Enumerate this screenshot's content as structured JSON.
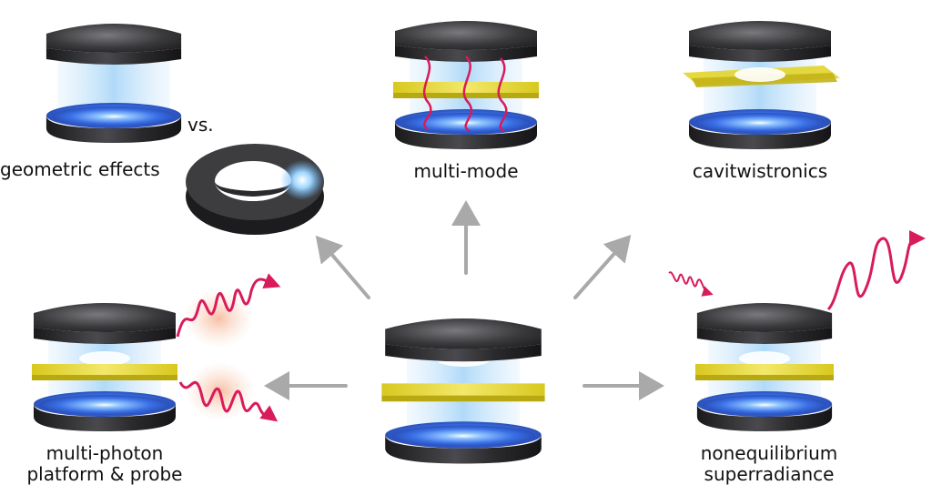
{
  "labels": {
    "geometric": "geometric effects",
    "vs": "vs.",
    "multimode": "multi-mode",
    "cavitwistronics": "cavitwistronics",
    "multiphoton_line1": "multi-photon",
    "multiphoton_line2": "platform & probe",
    "superradiance_line1": "nonequilibrium",
    "superradiance_line2": "superradiance"
  },
  "colors": {
    "mirror": "#2b2b2d",
    "mirror_highlight": "#6a6a6e",
    "cavity_glow": "#9fd0f7",
    "cavity_core": "#3f7ff0",
    "material_slab": "#e6d52f",
    "photon": "#d81b5a",
    "arrow": "#a9a9a9"
  }
}
